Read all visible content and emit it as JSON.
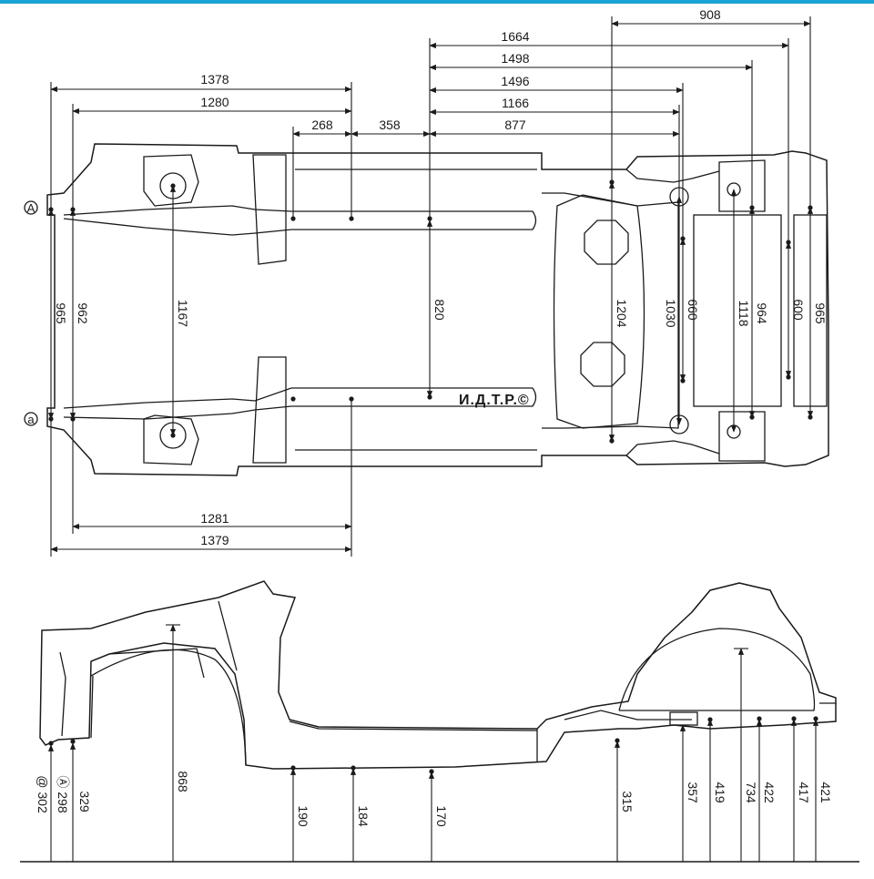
{
  "colors": {
    "accent_bar": "#1aa3d6",
    "line": "#1a1a1a",
    "paper": "#ffffff"
  },
  "logo": "И.Д.Т.Р.©",
  "points": {
    "A": "A",
    "a": "a"
  },
  "top_view": {
    "dims_horizontal_top": {
      "d908": "908",
      "d1664": "1664",
      "d1498": "1498",
      "d1496": "1496",
      "d1166": "1166",
      "d877": "877",
      "d1378": "1378",
      "d1280": "1280",
      "d268": "268",
      "d358": "358"
    },
    "dims_horizontal_bottom": {
      "d1281": "1281",
      "d1379": "1379"
    },
    "dims_vertical": {
      "d965a": "965",
      "d962": "962",
      "d1167": "1167",
      "d820": "820",
      "d1204": "1204",
      "d1030": "1030",
      "d660": "660",
      "d1118": "1118",
      "d964": "964",
      "d600": "600",
      "d965b": "965"
    }
  },
  "side_view": {
    "heights": {
      "h302": "@ 302",
      "h298": "Ⓐ 298",
      "h329": "329",
      "h868": "868",
      "h190": "190",
      "h184": "184",
      "h170": "170",
      "h315": "315",
      "h357": "357",
      "h419": "419",
      "h734": "734",
      "h422": "422",
      "h417": "417",
      "h421": "421"
    }
  }
}
